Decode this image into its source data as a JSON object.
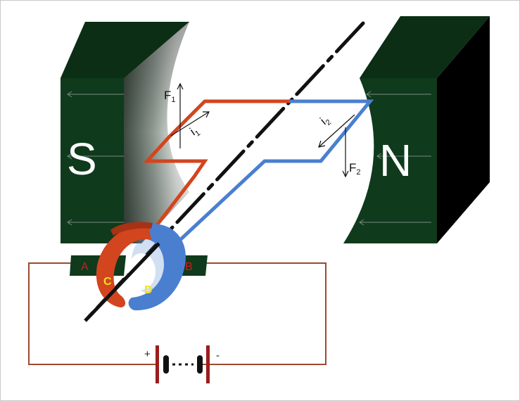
{
  "magnets": {
    "left_pole": "S",
    "right_pole": "N"
  },
  "brushes": {
    "left": "A",
    "right": "B"
  },
  "commutator": {
    "left_segment": "C",
    "right_segment": "D"
  },
  "forces": {
    "f1": {
      "main": "F",
      "sub": "1"
    },
    "f2": {
      "main": "F",
      "sub": "2"
    }
  },
  "currents": {
    "i1": {
      "main": "i",
      "sub": "1"
    },
    "i2": {
      "main": "i",
      "sub": "2"
    }
  },
  "battery": {
    "positive": "+",
    "negative": "-"
  },
  "colors": {
    "magnet_dark": "#0f3a1c",
    "magnet_darker": "#07240f",
    "red_coil": "#d2451e",
    "blue_coil": "#4a7fd0",
    "circuit_wire": "#9b4a2e",
    "axis": "#111111"
  }
}
